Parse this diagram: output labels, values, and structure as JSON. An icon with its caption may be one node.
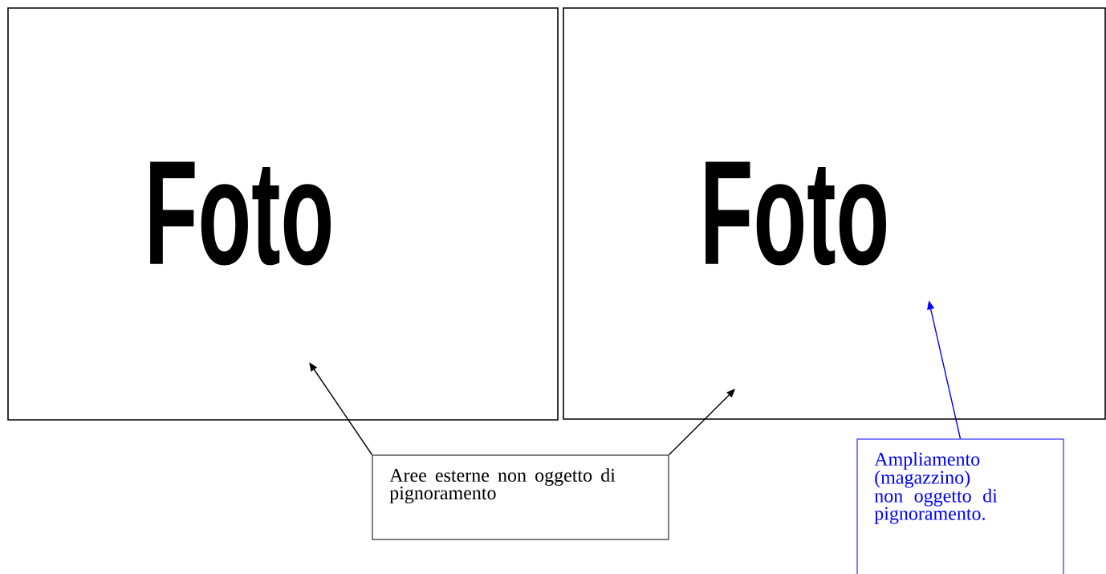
{
  "diagram": {
    "nodes": [
      {
        "text": [
          "Foto"
        ]
      },
      {
        "text": [
          "Foto"
        ]
      },
      {
        "text": [
          "Aree esterne non oggetto di pignoramento"
        ]
      },
      {
        "text": [
          "Ampliamento (magazzino) non oggetto di pignoramento."
        ]
      }
    ],
    "edges": [
      {
        "from": 2,
        "to": 0,
        "arrow": "to"
      },
      {
        "from": 2,
        "to": 1,
        "arrow": "to"
      },
      {
        "from": 3,
        "to": 1,
        "arrow": "to",
        "color": "#0000ff"
      }
    ]
  }
}
